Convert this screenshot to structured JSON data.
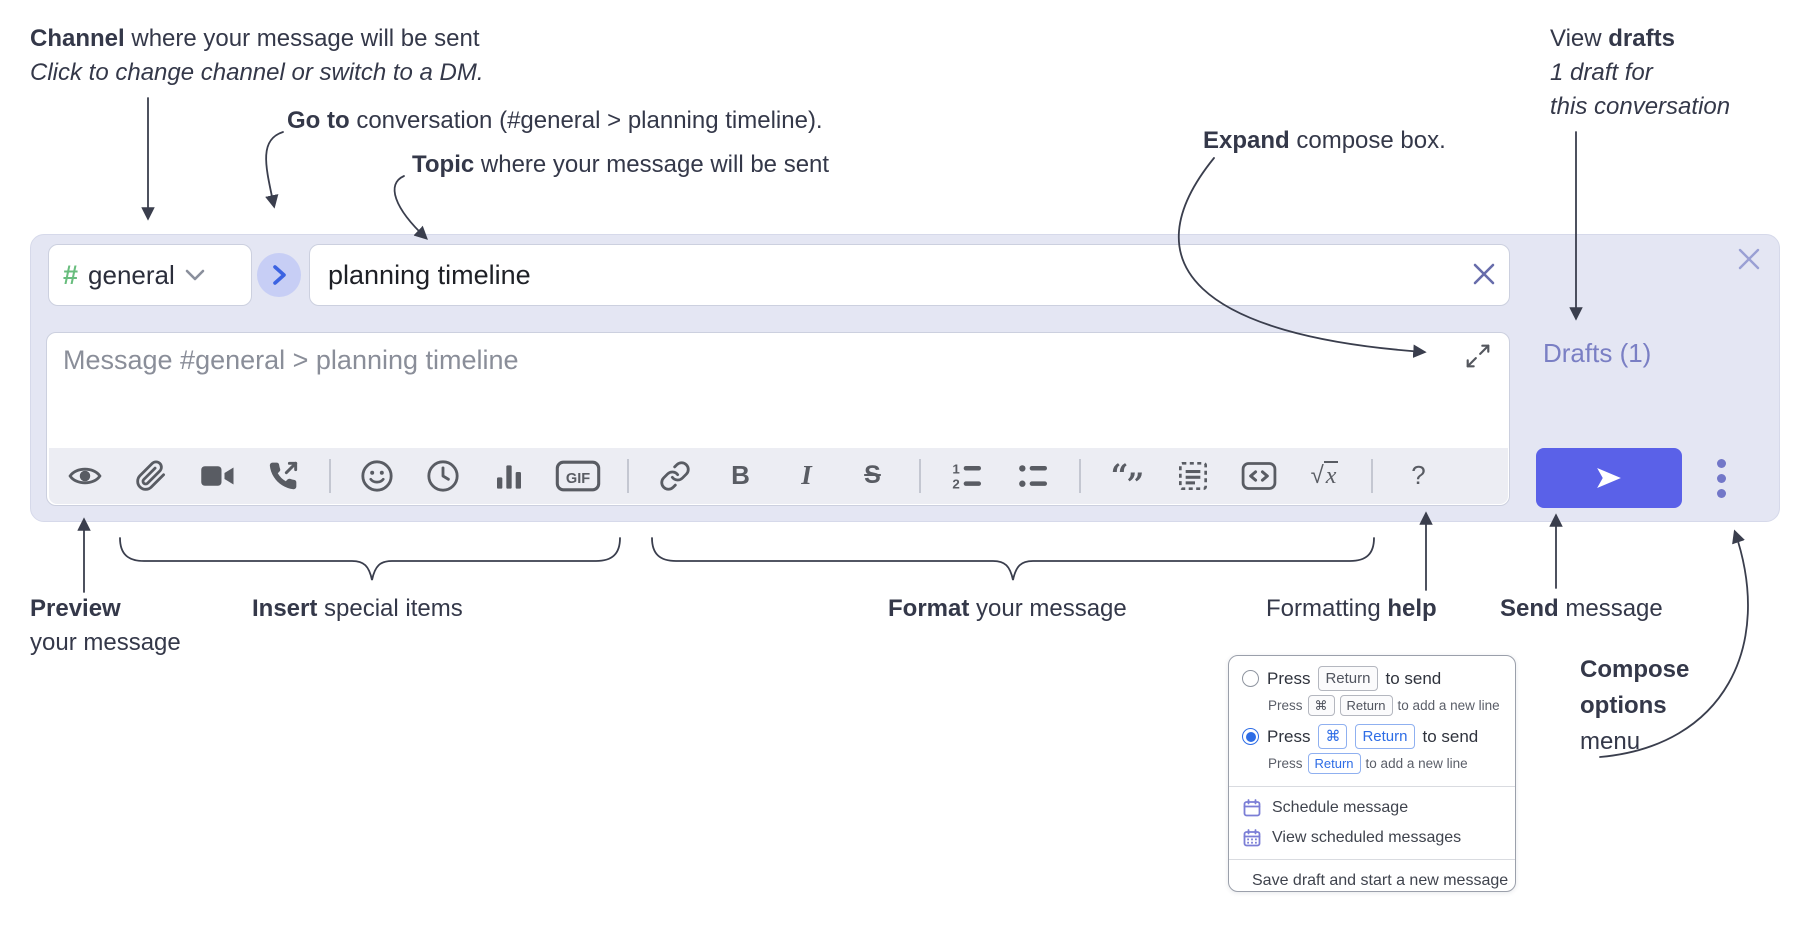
{
  "colors": {
    "compose_bg": "#e4e6f3",
    "channel_hash_green": "#68bd7d",
    "jump_chevron_blue": "#3c63e2",
    "send_button_bg": "#5a61e8",
    "drafts_link": "#7a7fc4",
    "toolbar_icon": "#595c63",
    "menu_icon_purple": "#7b7ed6",
    "radio_selected_blue": "#2e6de6",
    "annotation_text": "#343849"
  },
  "annotations": {
    "channel_bold": "Channel",
    "channel_rest": " where your message will be sent",
    "channel_sub": "Click to change channel or switch to a DM.",
    "goto_bold": "Go to",
    "goto_rest": " conversation (#general > planning timeline).",
    "topic_bold": "Topic",
    "topic_rest": " where your message will be sent",
    "expand_bold": "Expand",
    "expand_rest": " compose box.",
    "view_drafts_pre": "View ",
    "view_drafts_bold": "drafts",
    "view_drafts_sub1": "1 draft for",
    "view_drafts_sub2": "this conversation",
    "preview_bold": "Preview",
    "preview_line2": "your message",
    "insert_bold": "Insert",
    "insert_rest": " special items",
    "format_bold": "Format",
    "format_rest": " your message",
    "help_pre": "Formatting ",
    "help_bold": "help",
    "send_bold": "Send",
    "send_rest": " message",
    "compose_opts_line1": "Compose",
    "compose_opts_line2": "options",
    "compose_opts_line3": "menu"
  },
  "compose": {
    "channel_hash": "#",
    "channel_name": "general",
    "topic_value": "planning timeline",
    "message_placeholder": "Message #general > planning timeline",
    "drafts_link": "Drafts (1)",
    "toolbar": {
      "gif_label": "GIF",
      "bold_label": "B",
      "italic_label": "I",
      "strike_label": "S",
      "quote_open": "“",
      "quote_close": "”",
      "math_sqrt": "√",
      "math_x": "x",
      "help_label": "?",
      "ol_num1": "1",
      "ol_num2": "2",
      "icons": [
        "preview",
        "attach-file",
        "start-video-call",
        "start-voice-call",
        "emoji",
        "global-time",
        "poll",
        "gif",
        "link",
        "bold",
        "italic",
        "strikethrough",
        "numbered-list",
        "bulleted-list",
        "quote",
        "spoiler",
        "code",
        "math",
        "help"
      ]
    }
  },
  "popup": {
    "option1": {
      "press": "Press",
      "key1": "Return",
      "suffix": "to send"
    },
    "option1_sub": {
      "press": "Press",
      "key1": "⌘",
      "key2": "Return",
      "suffix": "to add a new line"
    },
    "option2": {
      "press": "Press",
      "key1": "⌘",
      "key2": "Return",
      "suffix": "to send"
    },
    "option2_sub": {
      "press": "Press",
      "key1": "Return",
      "suffix": "to add a new line"
    },
    "schedule": "Schedule message",
    "view_scheduled": "View scheduled messages",
    "save_draft": "Save draft and start a new message"
  }
}
